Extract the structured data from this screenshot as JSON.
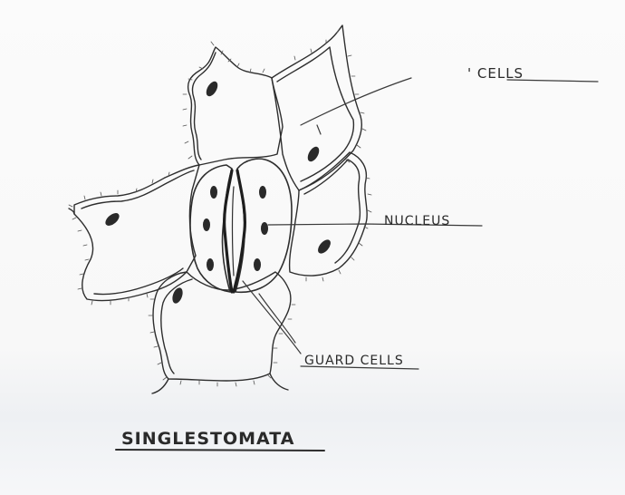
{
  "diagram": {
    "title": "SINGLESTOMATA",
    "labels": {
      "epidermal_cells": "' CELLS",
      "nucleus": "NUCLEUS",
      "guard_cells": "GUARD CELLS"
    }
  },
  "colors": {
    "ink": "#2a2a2a",
    "paper": "#f8f8f8"
  }
}
